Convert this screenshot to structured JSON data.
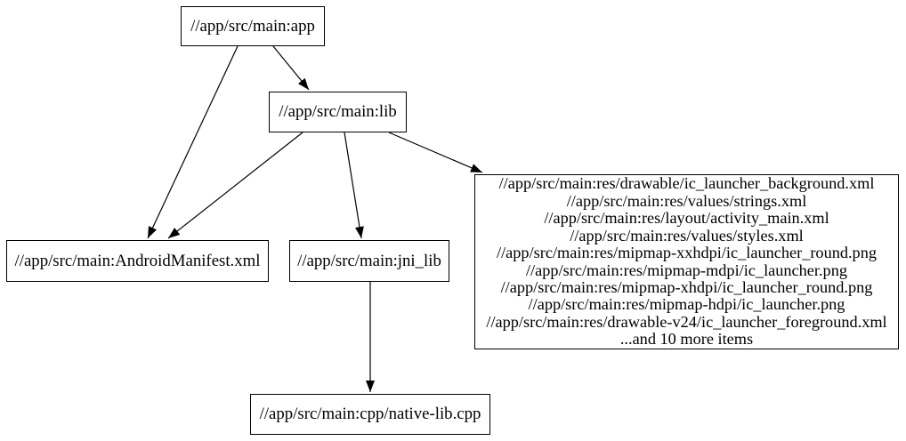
{
  "diagram": {
    "type": "dependency-graph",
    "colors": {
      "background": "#ffffff",
      "node_border": "#000000",
      "node_fill": "#ffffff",
      "edge": "#000000",
      "text": "#000000"
    },
    "nodes": {
      "app": {
        "label": "//app/src/main:app"
      },
      "lib": {
        "label": "//app/src/main:lib"
      },
      "manifest": {
        "label": "//app/src/main:AndroidManifest.xml"
      },
      "jni_lib": {
        "label": "//app/src/main:jni_lib"
      },
      "native": {
        "label": "//app/src/main:cpp/native-lib.cpp"
      },
      "resources": {
        "lines": [
          "//app/src/main:res/drawable/ic_launcher_background.xml",
          "//app/src/main:res/values/strings.xml",
          "//app/src/main:res/layout/activity_main.xml",
          "//app/src/main:res/values/styles.xml",
          "//app/src/main:res/mipmap-xxhdpi/ic_launcher_round.png",
          "//app/src/main:res/mipmap-mdpi/ic_launcher.png",
          "//app/src/main:res/mipmap-xhdpi/ic_launcher_round.png",
          "//app/src/main:res/mipmap-hdpi/ic_launcher.png",
          "//app/src/main:res/drawable-v24/ic_launcher_foreground.xml",
          "...and 10 more items"
        ]
      }
    },
    "edges": [
      {
        "from": "app",
        "to": "manifest"
      },
      {
        "from": "app",
        "to": "lib"
      },
      {
        "from": "lib",
        "to": "manifest"
      },
      {
        "from": "lib",
        "to": "jni_lib"
      },
      {
        "from": "lib",
        "to": "resources"
      },
      {
        "from": "jni_lib",
        "to": "native"
      }
    ]
  }
}
